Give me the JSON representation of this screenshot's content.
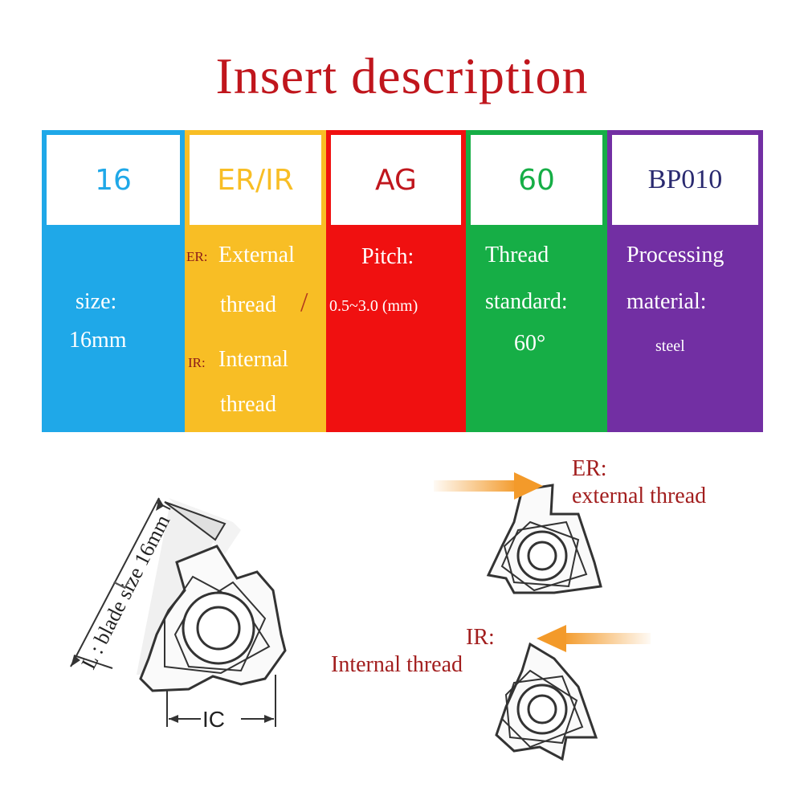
{
  "title": "Insert description",
  "colors": {
    "title": "#c0161d",
    "blue": "#1fa8e8",
    "yellow": "#f8be25",
    "red": "#f01010",
    "green": "#16ae46",
    "purple": "#722fa3",
    "annotation": "#a21e1e",
    "arrow": "#f39a2a"
  },
  "columns": [
    {
      "code": "16",
      "desc": {
        "line1": "size:",
        "line2": "16mm"
      }
    },
    {
      "code": "ER/IR",
      "desc": {
        "er_label": "ER:",
        "er_line1": "External",
        "er_line2": "thread",
        "slash": "/",
        "ir_label": "IR:",
        "ir_line1": "Internal",
        "ir_line2": "thread"
      }
    },
    {
      "code": "AG",
      "desc": {
        "line1": "Pitch:",
        "line2": "0.5~3.0 (mm)"
      }
    },
    {
      "code": "60",
      "desc": {
        "line1": "Thread",
        "line2": "standard:",
        "line3": "60°"
      }
    },
    {
      "code": "BP010",
      "desc": {
        "line1": "Processing",
        "line2": "material:",
        "line3": "steel"
      }
    }
  ],
  "diagram": {
    "blade_label": "L : blade size 16mm",
    "l_mark": "L",
    "ic_label": "IC",
    "er_label": "ER:",
    "er_desc": "external thread",
    "ir_label": "IR:",
    "ir_desc": "Internal thread"
  }
}
